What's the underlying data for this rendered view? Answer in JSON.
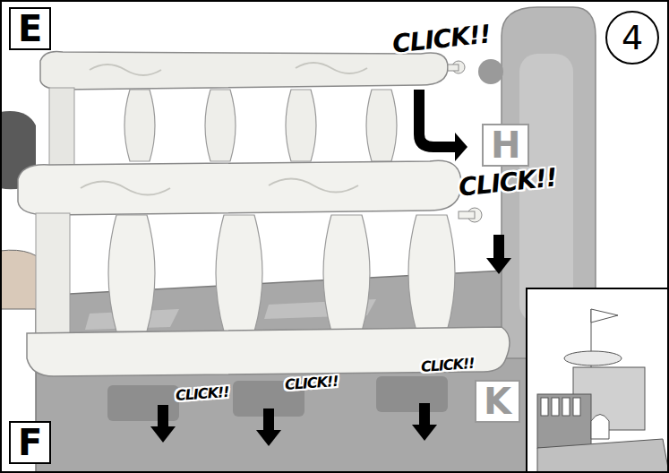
{
  "diagram": {
    "labels": [
      "E",
      "4",
      "CLICK!!",
      "H",
      "CLICK!!",
      "CLICK!!",
      "K",
      "CLICK!!",
      "CLICK!!",
      "F"
    ]
  }
}
